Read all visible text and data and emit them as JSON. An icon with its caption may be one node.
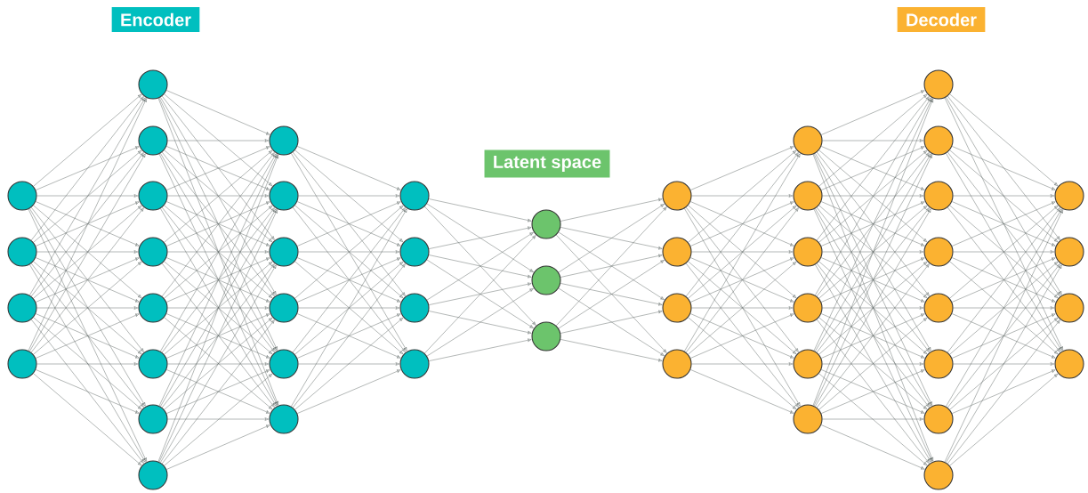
{
  "diagram": {
    "nodes": [
      {
        "text": [
          "Encoder"
        ]
      },
      {
        "text": [
          "Decoder"
        ]
      },
      {
        "text": [
          "Latent space"
        ]
      },
      {
        "text": [],
        "shape": "circle"
      },
      {
        "text": [],
        "shape": "circle"
      },
      {
        "text": [],
        "shape": "circle"
      },
      {
        "text": [],
        "shape": "circle"
      },
      {
        "text": [],
        "shape": "circle"
      },
      {
        "text": [],
        "shape": "circle"
      },
      {
        "text": [],
        "shape": "circle"
      },
      {
        "text": [],
        "shape": "circle"
      },
      {
        "text": [],
        "shape": "circle"
      },
      {
        "text": [],
        "shape": "circle"
      },
      {
        "text": [],
        "shape": "circle"
      },
      {
        "text": [],
        "shape": "circle"
      },
      {
        "text": [],
        "shape": "circle"
      },
      {
        "text": [],
        "shape": "circle"
      },
      {
        "text": [],
        "shape": "circle"
      },
      {
        "text": [],
        "shape": "circle"
      },
      {
        "text": [],
        "shape": "circle"
      },
      {
        "text": [],
        "shape": "circle"
      },
      {
        "text": [],
        "shape": "circle"
      },
      {
        "text": [],
        "shape": "circle"
      },
      {
        "text": [],
        "shape": "circle"
      },
      {
        "text": [],
        "shape": "circle"
      },
      {
        "text": [],
        "shape": "circle"
      },
      {
        "text": [],
        "shape": "circle"
      },
      {
        "text": [],
        "shape": "circle"
      },
      {
        "text": [],
        "shape": "circle"
      },
      {
        "text": [],
        "shape": "circle"
      },
      {
        "text": [],
        "shape": "circle"
      },
      {
        "text": [],
        "shape": "circle"
      },
      {
        "text": [],
        "shape": "circle"
      },
      {
        "text": [],
        "shape": "circle"
      },
      {
        "text": [],
        "shape": "circle"
      },
      {
        "text": [],
        "shape": "circle"
      },
      {
        "text": [],
        "shape": "circle"
      },
      {
        "text": [],
        "shape": "circle"
      },
      {
        "text": [],
        "shape": "circle"
      },
      {
        "text": [],
        "shape": "circle"
      },
      {
        "text": [],
        "shape": "circle"
      },
      {
        "text": [],
        "shape": "circle"
      },
      {
        "text": [],
        "shape": "circle"
      },
      {
        "text": [],
        "shape": "circle"
      },
      {
        "text": [],
        "shape": "circle"
      },
      {
        "text": [],
        "shape": "circle"
      },
      {
        "text": [],
        "shape": "circle"
      },
      {
        "text": [],
        "shape": "circle"
      },
      {
        "text": [],
        "shape": "circle"
      },
      {
        "text": [],
        "shape": "circle"
      }
    ],
    "edges": [
      {
        "from": 3,
        "to": 7,
        "arrow": "to"
      },
      {
        "from": 3,
        "to": 8,
        "arrow": "to"
      },
      {
        "from": 3,
        "to": 9,
        "arrow": "to"
      },
      {
        "from": 3,
        "to": 10,
        "arrow": "to"
      },
      {
        "from": 3,
        "to": 11,
        "arrow": "to"
      },
      {
        "from": 3,
        "to": 12,
        "arrow": "to"
      },
      {
        "from": 3,
        "to": 13,
        "arrow": "to"
      },
      {
        "from": 3,
        "to": 14,
        "arrow": "to"
      },
      {
        "from": 4,
        "to": 7,
        "arrow": "to"
      },
      {
        "from": 4,
        "to": 8,
        "arrow": "to"
      },
      {
        "from": 4,
        "to": 9,
        "arrow": "to"
      },
      {
        "from": 4,
        "to": 10,
        "arrow": "to"
      },
      {
        "from": 4,
        "to": 11,
        "arrow": "to"
      },
      {
        "from": 4,
        "to": 12,
        "arrow": "to"
      },
      {
        "from": 4,
        "to": 13,
        "arrow": "to"
      },
      {
        "from": 4,
        "to": 14,
        "arrow": "to"
      },
      {
        "from": 5,
        "to": 7,
        "arrow": "to"
      },
      {
        "from": 5,
        "to": 8,
        "arrow": "to"
      },
      {
        "from": 5,
        "to": 9,
        "arrow": "to"
      },
      {
        "from": 5,
        "to": 10,
        "arrow": "to"
      },
      {
        "from": 5,
        "to": 11,
        "arrow": "to"
      },
      {
        "from": 5,
        "to": 12,
        "arrow": "to"
      },
      {
        "from": 5,
        "to": 13,
        "arrow": "to"
      },
      {
        "from": 5,
        "to": 14,
        "arrow": "to"
      },
      {
        "from": 6,
        "to": 7,
        "arrow": "to"
      },
      {
        "from": 6,
        "to": 8,
        "arrow": "to"
      },
      {
        "from": 6,
        "to": 9,
        "arrow": "to"
      },
      {
        "from": 6,
        "to": 10,
        "arrow": "to"
      },
      {
        "from": 6,
        "to": 11,
        "arrow": "to"
      },
      {
        "from": 6,
        "to": 12,
        "arrow": "to"
      },
      {
        "from": 6,
        "to": 13,
        "arrow": "to"
      },
      {
        "from": 6,
        "to": 14,
        "arrow": "to"
      },
      {
        "from": 7,
        "to": 15,
        "arrow": "to"
      },
      {
        "from": 7,
        "to": 16,
        "arrow": "to"
      },
      {
        "from": 7,
        "to": 17,
        "arrow": "to"
      },
      {
        "from": 7,
        "to": 18,
        "arrow": "to"
      },
      {
        "from": 7,
        "to": 19,
        "arrow": "to"
      },
      {
        "from": 7,
        "to": 20,
        "arrow": "to"
      },
      {
        "from": 8,
        "to": 15,
        "arrow": "to"
      },
      {
        "from": 8,
        "to": 16,
        "arrow": "to"
      },
      {
        "from": 8,
        "to": 17,
        "arrow": "to"
      },
      {
        "from": 8,
        "to": 18,
        "arrow": "to"
      },
      {
        "from": 8,
        "to": 19,
        "arrow": "to"
      },
      {
        "from": 8,
        "to": 20,
        "arrow": "to"
      },
      {
        "from": 9,
        "to": 15,
        "arrow": "to"
      },
      {
        "from": 9,
        "to": 16,
        "arrow": "to"
      },
      {
        "from": 9,
        "to": 17,
        "arrow": "to"
      },
      {
        "from": 9,
        "to": 18,
        "arrow": "to"
      },
      {
        "from": 9,
        "to": 19,
        "arrow": "to"
      },
      {
        "from": 9,
        "to": 20,
        "arrow": "to"
      },
      {
        "from": 10,
        "to": 15,
        "arrow": "to"
      },
      {
        "from": 10,
        "to": 16,
        "arrow": "to"
      },
      {
        "from": 10,
        "to": 17,
        "arrow": "to"
      },
      {
        "from": 10,
        "to": 18,
        "arrow": "to"
      },
      {
        "from": 10,
        "to": 19,
        "arrow": "to"
      },
      {
        "from": 10,
        "to": 20,
        "arrow": "to"
      },
      {
        "from": 11,
        "to": 15,
        "arrow": "to"
      },
      {
        "from": 11,
        "to": 16,
        "arrow": "to"
      },
      {
        "from": 11,
        "to": 17,
        "arrow": "to"
      },
      {
        "from": 11,
        "to": 18,
        "arrow": "to"
      },
      {
        "from": 11,
        "to": 19,
        "arrow": "to"
      },
      {
        "from": 11,
        "to": 20,
        "arrow": "to"
      },
      {
        "from": 12,
        "to": 15,
        "arrow": "to"
      },
      {
        "from": 12,
        "to": 16,
        "arrow": "to"
      },
      {
        "from": 12,
        "to": 17,
        "arrow": "to"
      },
      {
        "from": 12,
        "to": 18,
        "arrow": "to"
      },
      {
        "from": 12,
        "to": 19,
        "arrow": "to"
      },
      {
        "from": 12,
        "to": 20,
        "arrow": "to"
      },
      {
        "from": 13,
        "to": 15,
        "arrow": "to"
      },
      {
        "from": 13,
        "to": 16,
        "arrow": "to"
      },
      {
        "from": 13,
        "to": 17,
        "arrow": "to"
      },
      {
        "from": 13,
        "to": 18,
        "arrow": "to"
      },
      {
        "from": 13,
        "to": 19,
        "arrow": "to"
      },
      {
        "from": 13,
        "to": 20,
        "arrow": "to"
      },
      {
        "from": 14,
        "to": 15,
        "arrow": "to"
      },
      {
        "from": 14,
        "to": 16,
        "arrow": "to"
      },
      {
        "from": 14,
        "to": 17,
        "arrow": "to"
      },
      {
        "from": 14,
        "to": 18,
        "arrow": "to"
      },
      {
        "from": 14,
        "to": 19,
        "arrow": "to"
      },
      {
        "from": 14,
        "to": 20,
        "arrow": "to"
      },
      {
        "from": 15,
        "to": 21,
        "arrow": "to"
      },
      {
        "from": 15,
        "to": 22,
        "arrow": "to"
      },
      {
        "from": 15,
        "to": 23,
        "arrow": "to"
      },
      {
        "from": 15,
        "to": 24,
        "arrow": "to"
      },
      {
        "from": 16,
        "to": 21,
        "arrow": "to"
      },
      {
        "from": 16,
        "to": 22,
        "arrow": "to"
      },
      {
        "from": 16,
        "to": 23,
        "arrow": "to"
      },
      {
        "from": 16,
        "to": 24,
        "arrow": "to"
      },
      {
        "from": 17,
        "to": 21,
        "arrow": "to"
      },
      {
        "from": 17,
        "to": 22,
        "arrow": "to"
      },
      {
        "from": 17,
        "to": 23,
        "arrow": "to"
      },
      {
        "from": 17,
        "to": 24,
        "arrow": "to"
      },
      {
        "from": 18,
        "to": 21,
        "arrow": "to"
      },
      {
        "from": 18,
        "to": 22,
        "arrow": "to"
      },
      {
        "from": 18,
        "to": 23,
        "arrow": "to"
      },
      {
        "from": 18,
        "to": 24,
        "arrow": "to"
      },
      {
        "from": 19,
        "to": 21,
        "arrow": "to"
      },
      {
        "from": 19,
        "to": 22,
        "arrow": "to"
      },
      {
        "from": 19,
        "to": 23,
        "arrow": "to"
      },
      {
        "from": 19,
        "to": 24,
        "arrow": "to"
      },
      {
        "from": 20,
        "to": 21,
        "arrow": "to"
      },
      {
        "from": 20,
        "to": 22,
        "arrow": "to"
      },
      {
        "from": 20,
        "to": 23,
        "arrow": "to"
      },
      {
        "from": 20,
        "to": 24,
        "arrow": "to"
      },
      {
        "from": 21,
        "to": 25,
        "arrow": "to"
      },
      {
        "from": 21,
        "to": 26,
        "arrow": "to"
      },
      {
        "from": 21,
        "to": 27,
        "arrow": "to"
      },
      {
        "from": 22,
        "to": 25,
        "arrow": "to"
      },
      {
        "from": 22,
        "to": 26,
        "arrow": "to"
      },
      {
        "from": 22,
        "to": 27,
        "arrow": "to"
      },
      {
        "from": 23,
        "to": 25,
        "arrow": "to"
      },
      {
        "from": 23,
        "to": 26,
        "arrow": "to"
      },
      {
        "from": 23,
        "to": 27,
        "arrow": "to"
      },
      {
        "from": 24,
        "to": 25,
        "arrow": "to"
      },
      {
        "from": 24,
        "to": 26,
        "arrow": "to"
      },
      {
        "from": 24,
        "to": 27,
        "arrow": "to"
      },
      {
        "from": 25,
        "to": 28,
        "arrow": "to"
      },
      {
        "from": 25,
        "to": 29,
        "arrow": "to"
      },
      {
        "from": 25,
        "to": 30,
        "arrow": "to"
      },
      {
        "from": 25,
        "to": 31,
        "arrow": "to"
      },
      {
        "from": 26,
        "to": 28,
        "arrow": "to"
      },
      {
        "from": 26,
        "to": 29,
        "arrow": "to"
      },
      {
        "from": 26,
        "to": 30,
        "arrow": "to"
      },
      {
        "from": 26,
        "to": 31,
        "arrow": "to"
      },
      {
        "from": 27,
        "to": 28,
        "arrow": "to"
      },
      {
        "from": 27,
        "to": 29,
        "arrow": "to"
      },
      {
        "from": 27,
        "to": 30,
        "arrow": "to"
      },
      {
        "from": 27,
        "to": 31,
        "arrow": "to"
      },
      {
        "from": 28,
        "to": 32,
        "arrow": "to"
      },
      {
        "from": 28,
        "to": 33,
        "arrow": "to"
      },
      {
        "from": 28,
        "to": 34,
        "arrow": "to"
      },
      {
        "from": 28,
        "to": 35,
        "arrow": "to"
      },
      {
        "from": 28,
        "to": 36,
        "arrow": "to"
      },
      {
        "from": 28,
        "to": 37,
        "arrow": "to"
      },
      {
        "from": 29,
        "to": 32,
        "arrow": "to"
      },
      {
        "from": 29,
        "to": 33,
        "arrow": "to"
      },
      {
        "from": 29,
        "to": 34,
        "arrow": "to"
      },
      {
        "from": 29,
        "to": 35,
        "arrow": "to"
      },
      {
        "from": 29,
        "to": 36,
        "arrow": "to"
      },
      {
        "from": 29,
        "to": 37,
        "arrow": "to"
      },
      {
        "from": 30,
        "to": 32,
        "arrow": "to"
      },
      {
        "from": 30,
        "to": 33,
        "arrow": "to"
      },
      {
        "from": 30,
        "to": 34,
        "arrow": "to"
      },
      {
        "from": 30,
        "to": 35,
        "arrow": "to"
      },
      {
        "from": 30,
        "to": 36,
        "arrow": "to"
      },
      {
        "from": 30,
        "to": 37,
        "arrow": "to"
      },
      {
        "from": 31,
        "to": 32,
        "arrow": "to"
      },
      {
        "from": 31,
        "to": 33,
        "arrow": "to"
      },
      {
        "from": 31,
        "to": 34,
        "arrow": "to"
      },
      {
        "from": 31,
        "to": 35,
        "arrow": "to"
      },
      {
        "from": 31,
        "to": 36,
        "arrow": "to"
      },
      {
        "from": 31,
        "to": 37,
        "arrow": "to"
      },
      {
        "from": 32,
        "to": 38,
        "arrow": "to"
      },
      {
        "from": 32,
        "to": 39,
        "arrow": "to"
      },
      {
        "from": 32,
        "to": 40,
        "arrow": "to"
      },
      {
        "from": 32,
        "to": 41,
        "arrow": "to"
      },
      {
        "from": 32,
        "to": 42,
        "arrow": "to"
      },
      {
        "from": 32,
        "to": 43,
        "arrow": "to"
      },
      {
        "from": 32,
        "to": 44,
        "arrow": "to"
      },
      {
        "from": 32,
        "to": 45,
        "arrow": "to"
      },
      {
        "from": 33,
        "to": 38,
        "arrow": "to"
      },
      {
        "from": 33,
        "to": 39,
        "arrow": "to"
      },
      {
        "from": 33,
        "to": 40,
        "arrow": "to"
      },
      {
        "from": 33,
        "to": 41,
        "arrow": "to"
      },
      {
        "from": 33,
        "to": 42,
        "arrow": "to"
      },
      {
        "from": 33,
        "to": 43,
        "arrow": "to"
      },
      {
        "from": 33,
        "to": 44,
        "arrow": "to"
      },
      {
        "from": 33,
        "to": 45,
        "arrow": "to"
      },
      {
        "from": 34,
        "to": 38,
        "arrow": "to"
      },
      {
        "from": 34,
        "to": 39,
        "arrow": "to"
      },
      {
        "from": 34,
        "to": 40,
        "arrow": "to"
      },
      {
        "from": 34,
        "to": 41,
        "arrow": "to"
      },
      {
        "from": 34,
        "to": 42,
        "arrow": "to"
      },
      {
        "from": 34,
        "to": 43,
        "arrow": "to"
      },
      {
        "from": 34,
        "to": 44,
        "arrow": "to"
      },
      {
        "from": 34,
        "to": 45,
        "arrow": "to"
      },
      {
        "from": 35,
        "to": 38,
        "arrow": "to"
      },
      {
        "from": 35,
        "to": 39,
        "arrow": "to"
      },
      {
        "from": 35,
        "to": 40,
        "arrow": "to"
      },
      {
        "from": 35,
        "to": 41,
        "arrow": "to"
      },
      {
        "from": 35,
        "to": 42,
        "arrow": "to"
      },
      {
        "from": 35,
        "to": 43,
        "arrow": "to"
      },
      {
        "from": 35,
        "to": 44,
        "arrow": "to"
      },
      {
        "from": 35,
        "to": 45,
        "arrow": "to"
      },
      {
        "from": 36,
        "to": 38,
        "arrow": "to"
      },
      {
        "from": 36,
        "to": 39,
        "arrow": "to"
      },
      {
        "from": 36,
        "to": 40,
        "arrow": "to"
      },
      {
        "from": 36,
        "to": 41,
        "arrow": "to"
      },
      {
        "from": 36,
        "to": 42,
        "arrow": "to"
      },
      {
        "from": 36,
        "to": 43,
        "arrow": "to"
      },
      {
        "from": 36,
        "to": 44,
        "arrow": "to"
      },
      {
        "from": 36,
        "to": 45,
        "arrow": "to"
      },
      {
        "from": 37,
        "to": 38,
        "arrow": "to"
      },
      {
        "from": 37,
        "to": 39,
        "arrow": "to"
      },
      {
        "from": 37,
        "to": 40,
        "arrow": "to"
      },
      {
        "from": 37,
        "to": 41,
        "arrow": "to"
      },
      {
        "from": 37,
        "to": 42,
        "arrow": "to"
      },
      {
        "from": 37,
        "to": 43,
        "arrow": "to"
      },
      {
        "from": 37,
        "to": 44,
        "arrow": "to"
      },
      {
        "from": 37,
        "to": 45,
        "arrow": "to"
      },
      {
        "from": 38,
        "to": 46,
        "arrow": "to"
      },
      {
        "from": 38,
        "to": 47,
        "arrow": "to"
      },
      {
        "from": 38,
        "to": 48,
        "arrow": "to"
      },
      {
        "from": 38,
        "to": 49,
        "arrow": "to"
      },
      {
        "from": 39,
        "to": 46,
        "arrow": "to"
      },
      {
        "from": 39,
        "to": 47,
        "arrow": "to"
      },
      {
        "from": 39,
        "to": 48,
        "arrow": "to"
      },
      {
        "from": 39,
        "to": 49,
        "arrow": "to"
      },
      {
        "from": 40,
        "to": 46,
        "arrow": "to"
      },
      {
        "from": 40,
        "to": 47,
        "arrow": "to"
      },
      {
        "from": 40,
        "to": 48,
        "arrow": "to"
      },
      {
        "from": 40,
        "to": 49,
        "arrow": "to"
      },
      {
        "from": 41,
        "to": 46,
        "arrow": "to"
      },
      {
        "from": 41,
        "to": 47,
        "arrow": "to"
      },
      {
        "from": 41,
        "to": 48,
        "arrow": "to"
      },
      {
        "from": 41,
        "to": 49,
        "arrow": "to"
      },
      {
        "from": 42,
        "to": 46,
        "arrow": "to"
      },
      {
        "from": 42,
        "to": 47,
        "arrow": "to"
      },
      {
        "from": 42,
        "to": 48,
        "arrow": "to"
      },
      {
        "from": 42,
        "to": 49,
        "arrow": "to"
      },
      {
        "from": 43,
        "to": 46,
        "arrow": "to"
      },
      {
        "from": 43,
        "to": 47,
        "arrow": "to"
      },
      {
        "from": 43,
        "to": 48,
        "arrow": "to"
      },
      {
        "from": 43,
        "to": 49,
        "arrow": "to"
      },
      {
        "from": 44,
        "to": 46,
        "arrow": "to"
      },
      {
        "from": 44,
        "to": 47,
        "arrow": "to"
      },
      {
        "from": 44,
        "to": 48,
        "arrow": "to"
      },
      {
        "from": 44,
        "to": 49,
        "arrow": "to"
      },
      {
        "from": 45,
        "to": 46,
        "arrow": "to"
      },
      {
        "from": 45,
        "to": 47,
        "arrow": "to"
      },
      {
        "from": 45,
        "to": 48,
        "arrow": "to"
      },
      {
        "from": 45,
        "to": 49,
        "arrow": "to"
      }
    ]
  }
}
